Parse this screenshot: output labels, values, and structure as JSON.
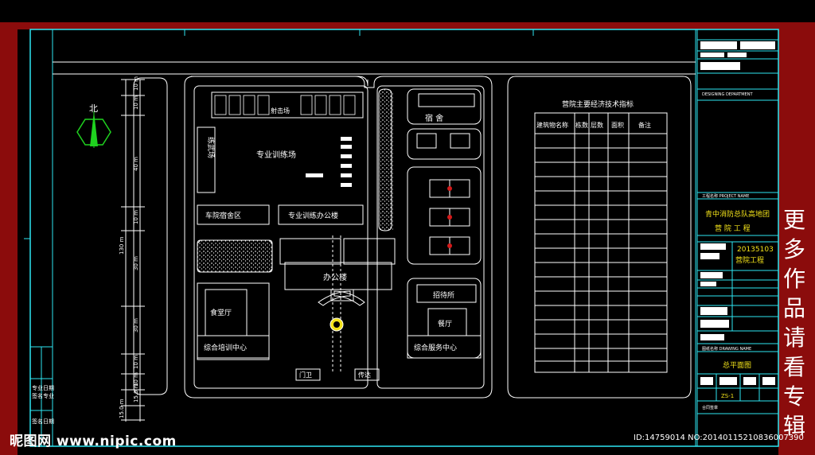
{
  "drawing": {
    "north_label": "北",
    "plan": {
      "training_ground": "专业训练场",
      "shooting_range": "射击场",
      "dorm_top": "宿 舍",
      "training_room": "专业训练办公楼",
      "old_camp": "车院宿舍区",
      "office": "办公楼",
      "study": "练武场",
      "canteen": "食堂厅",
      "training_center": "综合培训中心",
      "service_center": "综合服务中心",
      "hall": "餐厅",
      "visitor": "招待所",
      "gate_left": "门卫",
      "gate_right": "传达"
    },
    "dims": [
      "10 m",
      "10 m",
      "40 m",
      "10 m",
      "130 m",
      "30 m",
      "30 m",
      "10 m",
      "10 m",
      "15.0 m",
      "15.0 m"
    ],
    "table": {
      "title": "营院主要经济技术指标",
      "headers": [
        "建筑物名称",
        "栋数",
        "层数",
        "面积",
        "备注"
      ]
    },
    "titleblock": {
      "company": "DESIGNING DEPARTMENT",
      "project_label": "工程名称 PROJECT NAME",
      "project_name": "青中消防总队高地团",
      "project_sub": "营 院 工 程",
      "code": "20135103",
      "code_sub": "营院工程",
      "drawing_label": "图纸名称 DRAWING NAME",
      "drawing_name": "总平面图",
      "sheet": "ZS-1",
      "stamp": "合同签章"
    },
    "left_strip": [
      "专业",
      "签名",
      "日期",
      "专业",
      "签名",
      "日期"
    ]
  },
  "watermark": {
    "side": [
      "更",
      "多",
      "作",
      "品",
      "请",
      "看",
      "专",
      "辑"
    ],
    "logo": "昵图网 www.nipic.com",
    "id": "ID:14759014 NO:20140115210836007390"
  },
  "colors": {
    "frame": "#8b0c0c",
    "line": "#2ee6f2",
    "plan": "#ffffff",
    "accent": "#f2e21a"
  }
}
